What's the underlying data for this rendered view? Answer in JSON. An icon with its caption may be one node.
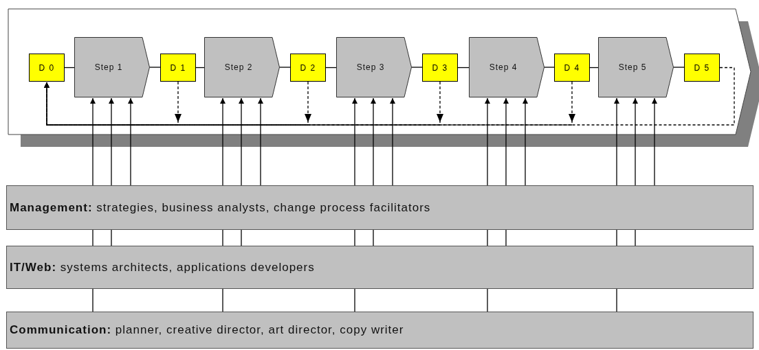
{
  "diagram": {
    "nodes": [
      {
        "text": [],
        "shape": "chevron"
      },
      {
        "text": [
          "D 0"
        ],
        "in": 0
      },
      {
        "text": [
          "Step 1"
        ],
        "in": 0
      },
      {
        "text": [
          "D 1"
        ],
        "in": 0
      },
      {
        "text": [
          "Step 2"
        ],
        "in": 0
      },
      {
        "text": [
          "D 2"
        ],
        "in": 0
      },
      {
        "text": [
          "Step 3"
        ],
        "in": 0
      },
      {
        "text": [
          "D 3"
        ],
        "in": 0
      },
      {
        "text": [
          "Step 4"
        ],
        "in": 0
      },
      {
        "text": [
          "D 4"
        ],
        "in": 0
      },
      {
        "text": [
          "Step 5"
        ],
        "in": 0
      },
      {
        "text": [
          "D 5"
        ],
        "in": 0
      },
      {
        "text": [
          "**Management:** strategies, business analysts, change process facilitators"
        ]
      },
      {
        "text": [
          "**IT/Web:** systems architects, applications developers"
        ]
      },
      {
        "text": [
          "**Communication:** planner, creative director, art director, copy writer"
        ]
      }
    ],
    "edges": [
      {
        "from": 1,
        "to": 2,
        "arrow": "none"
      },
      {
        "from": 2,
        "to": 3,
        "arrow": "none"
      },
      {
        "from": 3,
        "to": 4,
        "arrow": "none"
      },
      {
        "from": 4,
        "to": 5,
        "arrow": "none"
      },
      {
        "from": 5,
        "to": 6,
        "arrow": "none"
      },
      {
        "from": 6,
        "to": 7,
        "arrow": "none"
      },
      {
        "from": 7,
        "to": 8,
        "arrow": "none"
      },
      {
        "from": 8,
        "to": 9,
        "arrow": "none"
      },
      {
        "from": 9,
        "to": 10,
        "arrow": "none"
      },
      {
        "from": 10,
        "to": 11,
        "arrow": "none"
      },
      {
        "from": 3,
        "to": 1,
        "arrow": "to",
        "style": "dashed"
      },
      {
        "from": 5,
        "to": 1,
        "arrow": "to",
        "style": "dashed"
      },
      {
        "from": 7,
        "to": 1,
        "arrow": "to",
        "style": "dashed"
      },
      {
        "from": 9,
        "to": 1,
        "arrow": "to",
        "style": "dashed"
      },
      {
        "from": 11,
        "to": 1,
        "arrow": "to",
        "style": "dashed"
      },
      {
        "from": 12,
        "to": 2,
        "arrow": "to"
      },
      {
        "from": 12,
        "to": 2,
        "arrow": "to"
      },
      {
        "from": 12,
        "to": 2,
        "arrow": "to"
      },
      {
        "from": 13,
        "to": 12,
        "arrow": "none"
      },
      {
        "from": 13,
        "to": 12,
        "arrow": "none"
      },
      {
        "from": 14,
        "to": 13,
        "arrow": "none"
      },
      {
        "from": 12,
        "to": 4,
        "arrow": "to"
      },
      {
        "from": 12,
        "to": 4,
        "arrow": "to"
      },
      {
        "from": 12,
        "to": 4,
        "arrow": "to"
      },
      {
        "from": 13,
        "to": 12,
        "arrow": "none"
      },
      {
        "from": 13,
        "to": 12,
        "arrow": "none"
      },
      {
        "from": 14,
        "to": 13,
        "arrow": "none"
      },
      {
        "from": 12,
        "to": 6,
        "arrow": "to"
      },
      {
        "from": 12,
        "to": 6,
        "arrow": "to"
      },
      {
        "from": 12,
        "to": 6,
        "arrow": "to"
      },
      {
        "from": 13,
        "to": 12,
        "arrow": "none"
      },
      {
        "from": 13,
        "to": 12,
        "arrow": "none"
      },
      {
        "from": 14,
        "to": 13,
        "arrow": "none"
      },
      {
        "from": 12,
        "to": 8,
        "arrow": "to"
      },
      {
        "from": 12,
        "to": 8,
        "arrow": "to"
      },
      {
        "from": 12,
        "to": 8,
        "arrow": "to"
      },
      {
        "from": 13,
        "to": 12,
        "arrow": "none"
      },
      {
        "from": 13,
        "to": 12,
        "arrow": "none"
      },
      {
        "from": 14,
        "to": 13,
        "arrow": "none"
      },
      {
        "from": 12,
        "to": 10,
        "arrow": "to"
      },
      {
        "from": 12,
        "to": 10,
        "arrow": "to"
      },
      {
        "from": 12,
        "to": 10,
        "arrow": "to"
      },
      {
        "from": 13,
        "to": 12,
        "arrow": "none"
      },
      {
        "from": 13,
        "to": 12,
        "arrow": "none"
      },
      {
        "from": 14,
        "to": 13,
        "arrow": "none"
      }
    ]
  }
}
